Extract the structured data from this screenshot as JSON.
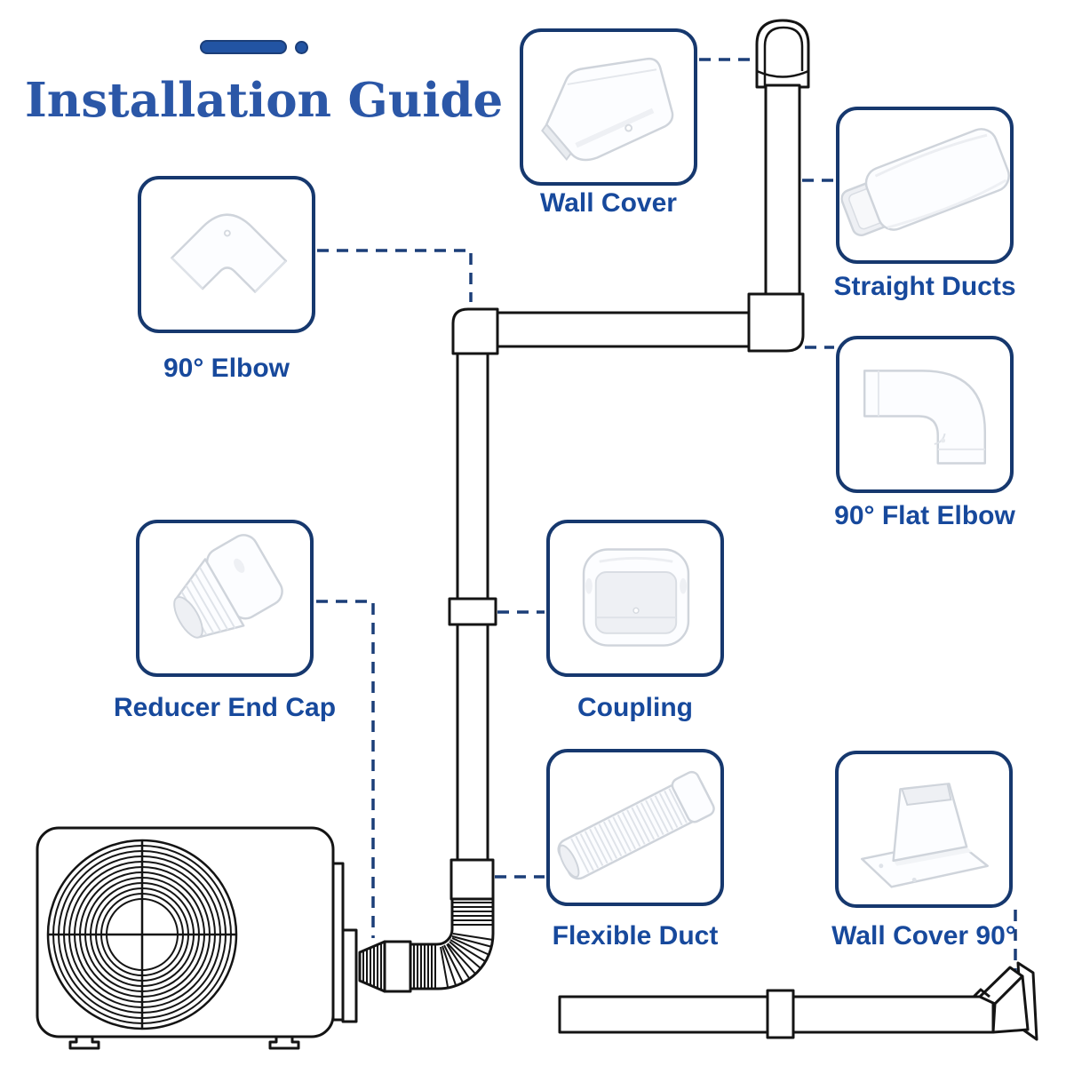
{
  "title": "Installation Guide",
  "colors": {
    "title_blue": "#2b57a7",
    "box_border_navy": "#16386e",
    "label_blue": "#17499c",
    "leader_dash_navy": "#1b3e78",
    "diagram_line_black": "#141414",
    "part_fill_white": "#fcfdff"
  },
  "callouts": [
    {
      "id": "wall-cover",
      "label": "Wall Cover"
    },
    {
      "id": "straight-ducts",
      "label": "Straight Ducts"
    },
    {
      "id": "90-elbow",
      "label": "90° Elbow"
    },
    {
      "id": "90-flat-elbow",
      "label": "90° Flat Elbow"
    },
    {
      "id": "reducer-end-cap",
      "label": "Reducer End Cap"
    },
    {
      "id": "coupling",
      "label": "Coupling"
    },
    {
      "id": "flexible-duct",
      "label": "Flexible Duct"
    },
    {
      "id": "wall-cover-90",
      "label": "Wall Cover 90°"
    }
  ]
}
